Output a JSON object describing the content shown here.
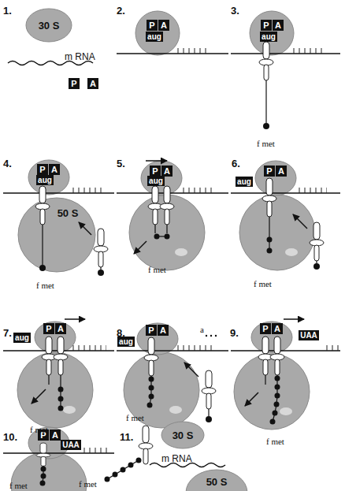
{
  "diagram": {
    "nodes": [
      {
        "text": [
          "30 S"
        ]
      },
      {
        "text": [
          "P"
        ]
      },
      {
        "text": [
          "A"
        ]
      },
      {
        "text": [
          "P"
        ]
      },
      {
        "text": [
          "A"
        ]
      },
      {
        "text": [
          "aug"
        ]
      },
      {
        "text": [
          "P"
        ]
      },
      {
        "text": [
          "A"
        ]
      },
      {
        "text": [
          "aug"
        ]
      },
      {
        "text": [
          "P"
        ]
      },
      {
        "text": [
          "A"
        ]
      },
      {
        "text": [
          "aug"
        ]
      },
      {
        "text": [
          "50 S"
        ]
      },
      {
        "text": [
          "P"
        ]
      },
      {
        "text": [
          "A"
        ]
      },
      {
        "text": [
          "aug"
        ]
      },
      {
        "text": [
          "P"
        ]
      },
      {
        "text": [
          "A"
        ]
      },
      {
        "text": [
          "aug"
        ]
      },
      {
        "text": [
          "P"
        ]
      },
      {
        "text": [
          "A"
        ]
      },
      {
        "text": [
          "aug"
        ]
      },
      {
        "text": [
          "P"
        ]
      },
      {
        "text": [
          "A"
        ]
      },
      {
        "text": [
          "aug"
        ]
      },
      {
        "text": [
          "P"
        ]
      },
      {
        "text": [
          "A"
        ]
      },
      {
        "text": [
          "UAA"
        ]
      },
      {
        "text": [
          "P"
        ]
      },
      {
        "text": [
          "A"
        ]
      },
      {
        "text": [
          "UAA"
        ]
      },
      {
        "text": [
          "30 S"
        ]
      },
      {
        "text": [
          "50 S"
        ]
      }
    ],
    "labels": [
      "1.",
      "m RNA",
      "2.",
      "3.",
      "f met",
      "4.",
      "f met",
      "5.",
      "f met",
      "6.",
      "f met",
      "7.",
      "f met",
      "8.",
      "a",
      "f met",
      "9.",
      "f met",
      "10.",
      "f met",
      "11.",
      "m RNA",
      "f met"
    ]
  }
}
